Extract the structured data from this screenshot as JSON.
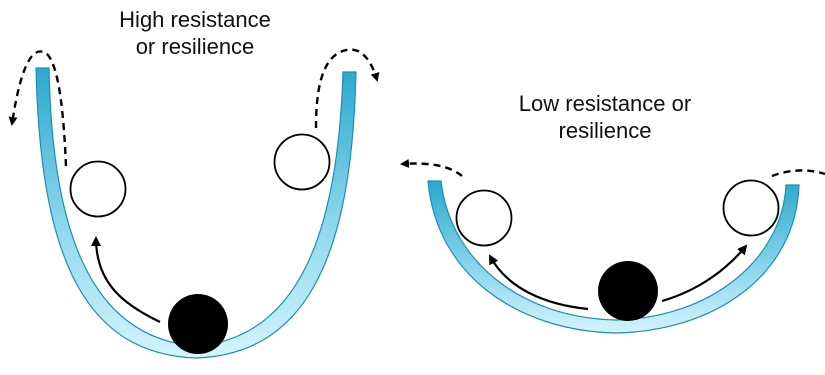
{
  "diagram": {
    "high": {
      "title_line1": "High resistance",
      "title_line2": "or resilience"
    },
    "low": {
      "title_line1": "Low resistance or",
      "title_line2": "resilience"
    }
  },
  "colors": {
    "bowl_light": "#d4f4fc",
    "bowl_mid": "#8fd8ee",
    "bowl_dark": "#2aa9cc",
    "bowl_edge": "#1f8fb0",
    "ball_filled": "#000000",
    "ball_empty": "#ffffff",
    "arrow": "#000000"
  }
}
